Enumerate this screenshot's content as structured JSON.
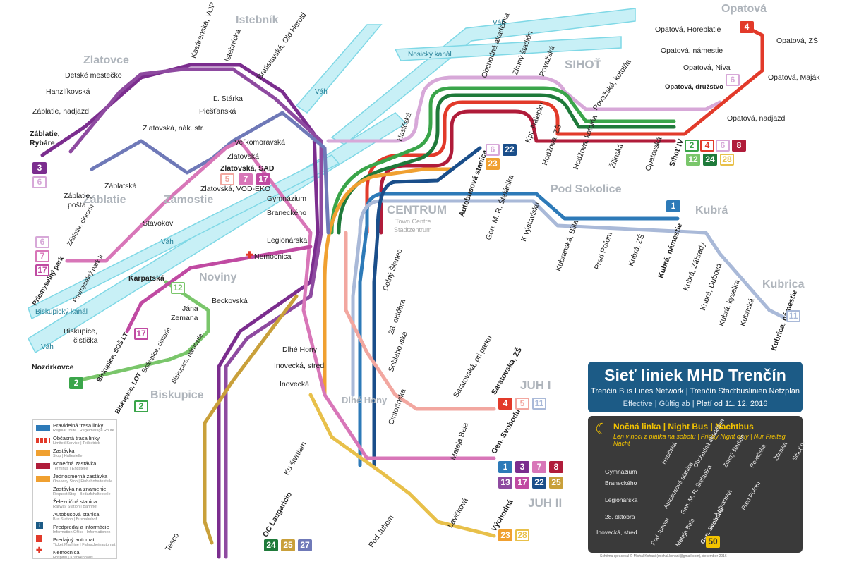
{
  "colors": {
    "line1": "#2d7ab8",
    "line2": "#3aa54a",
    "line3": "#7b2d8e",
    "line4": "#e23a2a",
    "line5": "#f2a7a0",
    "line6": "#d7a8d8",
    "line7": "#d876b8",
    "line8": "#b01c3a",
    "line11": "#a9b9d8",
    "line12": "#7ac66b",
    "line13": "#8e4aa0",
    "line17": "#c04aa2",
    "line22": "#1a4e8a",
    "line23": "#f0a030",
    "line24": "#1f7a3a",
    "line25": "#c9a03a",
    "line27": "#6f79b8",
    "line28": "#e8c04a",
    "river": "#7fd8e6",
    "title_bg": "#1c5b86",
    "night_line": "#f3c300"
  },
  "title": {
    "main": "Sieť liniek MHD Trenčín",
    "sub": "Trenčín Bus Lines Network | Trenčín Stadtbuslinien Netzplan",
    "effective": "Effective | Gültig ab",
    "date": "Platí od 11. 12. 2016"
  },
  "rivers": {
    "vah_top": "Váh",
    "nosicky": "Nosický kanál",
    "vah_mid": "Váh",
    "vah_left": "Váh",
    "biskupicky": "Biskupický kanál",
    "vah_bottom": "Váh"
  },
  "districts": {
    "istebnik": "Istebník",
    "zlatovce": "Zlatovce",
    "zablatie": "Záblatie",
    "zamostie": "Zámostie",
    "centrum": "CENTRUM",
    "centrum_en": "Town Centre",
    "centrum_de": "Stadtzentrum",
    "sihot": "SIHOŤ",
    "opatova": "Opatová",
    "pod_sokolice": "Pod Sokolice",
    "kubra": "Kubrá",
    "kubrica": "Kubrica",
    "noviny": "Noviny",
    "biskupice": "Biskupice",
    "dlhe_hony": "Dlhé Hony",
    "juh1": "JUH I",
    "juh2": "JUH II"
  },
  "stops": {
    "kasarenska_vop": "Kasárenská, VOP",
    "istebnicka": "Istebnícka",
    "bratislavska": "Bratislavská, Old Herold",
    "detske": "Detské mestečko",
    "hanzlikovska": "Hanzlíkovská",
    "zablatie_nadjazd": "Záblatie, nadjazd",
    "zablatie_rybare_1": "Záblatie,",
    "zablatie_rybare_2": "Rybáre",
    "zablatie_posta_1": "Záblatie,",
    "zablatie_posta_2": "pošta",
    "zablatska": "Záblatská",
    "l_starka": "Ľ. Stárka",
    "piestanska": "Piešťanská",
    "zlatovska_nak": "Zlatovská, nák. str.",
    "velkomoravska": "Veľkomoravská",
    "zlatovska": "Zlatovská",
    "zlatovska_sad": "Zlatovská, SAD",
    "zlatovska_vod": "Zlatovská, VOD-EKO",
    "stavokov": "Stavokov",
    "zablatie_cintorin": "Záblatie, cintorín",
    "priemyselny_park": "Priemyselný park",
    "priemyselny_park2": "Priemyselný park II",
    "karpatska": "Karpatská",
    "jana_zemana_1": "Jána",
    "jana_zemana_2": "Zemana",
    "biskupice_cisticka_1": "Biskupice,",
    "biskupice_cisticka_2": "čistička",
    "nozdrkovce": "Nozdrkovce",
    "biskupice_sos": "Biskupice, SOŠ LT",
    "biskupice_cintorin": "Biskupice, cintorín",
    "biskupice_namestie": "Biskupice, námestie",
    "biskupice_lot": "Biskupice, LOT",
    "gymnazium": "Gymnázium",
    "braneckeho": "Braneckého",
    "legionarska": "Legionárska",
    "nemocnica": "Nemocnica",
    "beckovska": "Beckovská",
    "dlhe_hony_stop": "Dlhé Hony",
    "inovecka_stred": "Inovecká, stred",
    "inovecka": "Inovecká",
    "ku_stvrtiam": "Ku štvrtiam",
    "oc_laugaricio": "OC Laugaricio",
    "tesco": "Tesco",
    "hasicska": "Hasičská",
    "obchodna_akademia": "Obchodná akadémia",
    "zimny_stadion": "Zimný štadión",
    "povazska": "Považská",
    "kpt_nalepku": "Kpt. Nálepku",
    "hodzova_zs": "Hodžova, ZŠ",
    "hodzova_kotolna": "Hodžova, kotolňa",
    "zilinska": "Žilinská",
    "opatovska": "Opatovská",
    "sihot_iv": "Sihoť IV",
    "povazska_kotolna": "Považská, kotolňa",
    "autobusova_stanica": "Autobusová stanica",
    "gen_stefanika": "Gen. M. R. Štefánika",
    "k_vystavisku": "K výstavisku",
    "kubranska_billa": "Kubranská, Billa",
    "pred_polom": "Pred Poľom",
    "kubra_zs": "Kubrá, ZŠ",
    "kubra_namestie": "Kubrá, námestie",
    "kubra_zahrady": "Kubrá, Záhrady",
    "kubra_dubova": "Kubrá, Dubová",
    "kubra_kyselka": "Kubrá, kyselka",
    "kubricka": "Kubrická",
    "kubrica_namestie": "Kubrica, námestie",
    "opatova_horeblatie": "Opatová, Horeblatie",
    "opatova_zs": "Opatová, ZŠ",
    "opatova_namestie": "Opatová, námestie",
    "opatova_niva": "Opatová, Niva",
    "opatova_druzstvo": "Opatová, družstvo",
    "opatova_majak": "Opatová, Maják",
    "opatova_nadjazd": "Opatová, nadjazd",
    "dolny_sianec": "Dolný Šianec",
    "okt28": "28. októbra",
    "soblahovska": "Soblahovská",
    "cintorinska": "Cintorínska",
    "saratovska_park": "Saratovská, pri parku",
    "saratovska_zs": "Saratovská, ZŠ",
    "mateja_bela": "Mateja Bela",
    "gen_svobodu": "Gen. Svobodu",
    "lavickova": "Lavičková",
    "vychodna": "Východná",
    "pod_juhom": "Pod Juhom"
  },
  "badges": {
    "b_zablatie3": "3",
    "b_zablatie6": "6",
    "b_zlat5": "5",
    "b_zlat7": "7",
    "b_zlat17": "17",
    "b_pp6": "6",
    "b_pp7": "7",
    "b_pp17": "17",
    "b_karp12": "12",
    "b_bisk17": "17",
    "b_nozd2": "2",
    "b_lot2": "2",
    "b_as6": "6",
    "b_as22": "22",
    "b_as23": "23",
    "b_kubra1": "1",
    "b_kubrica11": "11",
    "b_opat4": "4",
    "b_opat6": "6",
    "b_s2": "2",
    "b_s4": "4",
    "b_s6": "6",
    "b_s8": "8",
    "b_s12": "12",
    "b_s24": "24",
    "b_s28": "28",
    "b_juh4": "4",
    "b_juh5": "5",
    "b_juh11": "11",
    "b_gs1": "1",
    "b_gs3": "3",
    "b_gs7": "7",
    "b_gs8": "8",
    "b_gs13": "13",
    "b_gs17": "17",
    "b_gs22": "22",
    "b_gs25": "25",
    "b_vy23": "23",
    "b_vy28": "28",
    "b_oc24": "24",
    "b_oc25": "25",
    "b_oc27": "27"
  },
  "night": {
    "title": "Nočná linka | Night Bus | Nachtbus",
    "subtitle": "Len v noci z piatka na sobotu | Friday Night only | Nur Freitag Nacht",
    "badge": "50",
    "stops": {
      "gymnazium": "Gymnázium",
      "braneckeho": "Braneckého",
      "legionarska": "Legionárska",
      "okt28": "28. októbra",
      "inovecka": "Inovecká, stred",
      "hasicska": "Hasičská",
      "obch_akad": "Obchodná akadémia",
      "zimny": "Zimný štadión",
      "povazska": "Považská",
      "zilinska": "Žilinská",
      "sihot4": "Sihoť IV",
      "autobus": "Autobusová stanica",
      "stefanika": "Gen. M. R. Štefánika",
      "kubranska": "Kubranská",
      "pred_polom": "Pred Poľom",
      "pod_juhom": "Pod Juhom",
      "mateja_bela": "Mateja Bela",
      "gen_svobodu": "Gen. Svobodu"
    }
  },
  "legend": {
    "r1": "Pravidelná trasa linky",
    "r1s": "Regular route | Regelmäßige Route",
    "r2": "Občasná trasa linky",
    "r2s": "Limited Service | Teilbetrieb",
    "r3": "Zastávka",
    "r3s": "Stop | Haltestelle",
    "r4": "Konečná zastávka",
    "r4s": "Terminus | Endstelle",
    "r5": "Jednosmerná zastávka",
    "r5s": "One-way Stop | Einbahnhaltestelle",
    "r6": "Zastávka na znamenie",
    "r6s": "Request Stop | Bedarfshaltestelle",
    "r7": "Železničná stanica",
    "r7s": "Railway Station | Bahnhof",
    "r8": "Autobusová stanica",
    "r8s": "Bus Station | Busbahnhof",
    "r9": "Predpredaj a informácie",
    "r9s": "Information Office | Informationen",
    "r10": "Predajný automat",
    "r10s": "Ticket Machine | Fahrscheinautomat",
    "r11": "Nemocnica",
    "r11s": "Hospital | Krankenhaus"
  },
  "credit": "Schéma spracoval © Michal Kohani (michal.kohani@gmail.com), december 2016"
}
